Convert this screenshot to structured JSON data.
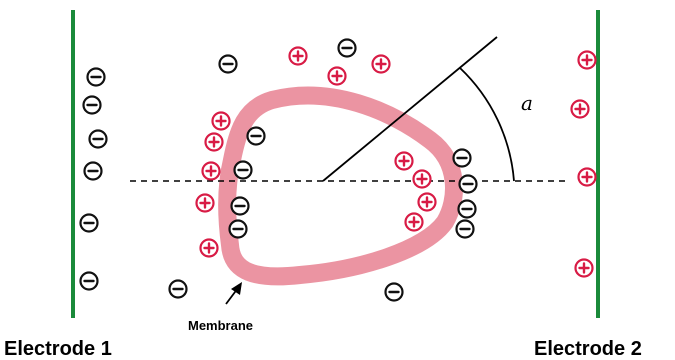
{
  "labels": {
    "electrode_left": "Electrode 1",
    "electrode_right": "Electrode 2",
    "membrane": "Membrane",
    "angle": "a"
  },
  "symbols": {
    "positive": "+",
    "negative": "−"
  },
  "colors": {
    "electrode": "#1a8a3a",
    "membrane": "#eb94a2",
    "positive_ion": "#d81b45",
    "negative_ion": "#111111"
  }
}
